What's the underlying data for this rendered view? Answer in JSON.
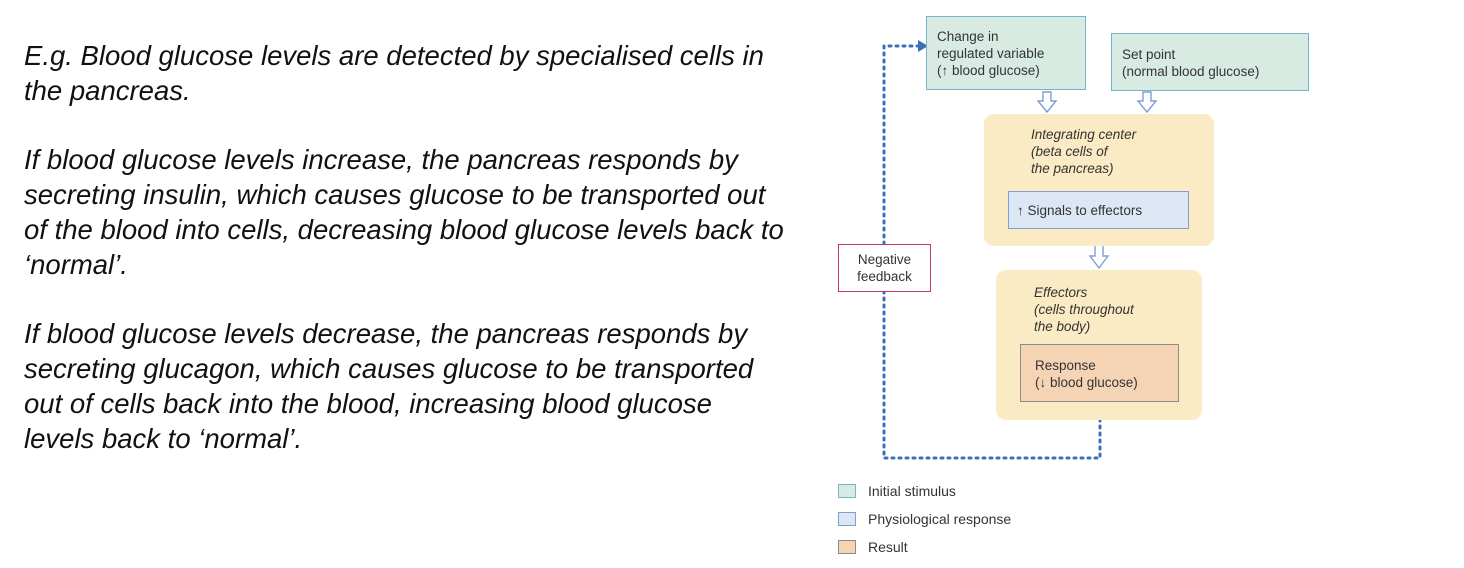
{
  "paragraphs": [
    "E.g. Blood glucose levels are detected by specialised cells in the pancreas.",
    "If blood glucose levels increase, the pancreas responds by secreting insulin, which causes glucose to be transported out of the blood into cells, decreasing blood glucose levels back to ‘normal’.",
    "If blood glucose levels decrease, the pancreas responds by secreting glucagon, which causes glucose to be transported out of cells back into the blood, increasing blood glucose levels back to ‘normal’."
  ],
  "diagram": {
    "stimulus": [
      "Change in",
      "regulated variable",
      "(↑ blood glucose)"
    ],
    "set_point": [
      "Set point",
      "(normal blood glucose)"
    ],
    "integrating_center": [
      "Integrating center",
      "(beta cells of",
      "the pancreas)"
    ],
    "signals": "↑ Signals to effectors",
    "effectors": [
      "Effectors",
      "(cells throughout",
      "the body)"
    ],
    "response": [
      "Response",
      "(↓ blood glucose)"
    ],
    "negative_feedback": [
      "Negative",
      "feedback"
    ]
  },
  "legend": [
    {
      "label": "Initial stimulus",
      "color": "#d8ebe3"
    },
    {
      "label": "Physiological response",
      "color": "#dce6f5"
    },
    {
      "label": "Result",
      "color": "#f5d4b6"
    }
  ],
  "colors": {
    "stimulus": "#d8ebe3",
    "response_blue": "#dce6f5",
    "result": "#f5d4b6",
    "container": "#fbebc4",
    "feedback_border": "#c0386a",
    "dotted_line": "#3b6fb6"
  }
}
